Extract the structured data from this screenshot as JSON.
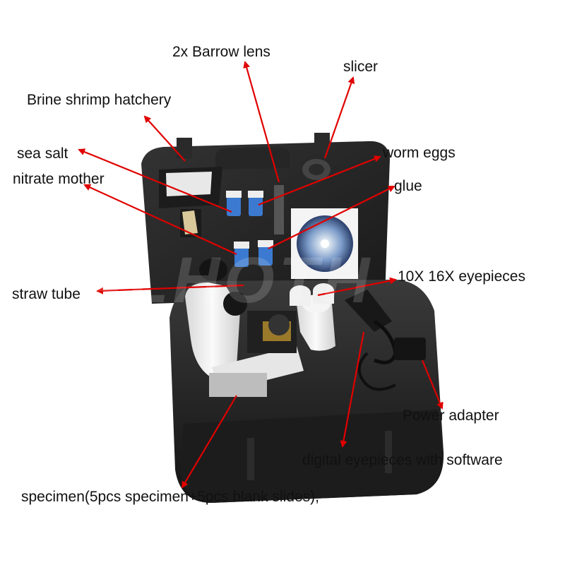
{
  "labels": {
    "barrow_lens": "2x Barrow lens",
    "slicer": "slicer",
    "brine_shrimp_hatchery": "Brine shrimp hatchery",
    "sea_salt": "sea salt",
    "worm_eggs": "worm eggs",
    "nitrate_mother": "nitrate mother",
    "glue": "glue",
    "eyepieces": "10X 16X eyepieces",
    "straw_tube": "straw tube",
    "power_adapter": "Power adapter",
    "digital_eyepieces": "digital eyepieces with software",
    "specimen": "specimen(5pcs specimen+5pcs blank slides),"
  },
  "watermark": "ALHOTH",
  "colors": {
    "arrow": "#e00000",
    "case": "#222222",
    "microscope": "#eeeeee"
  }
}
